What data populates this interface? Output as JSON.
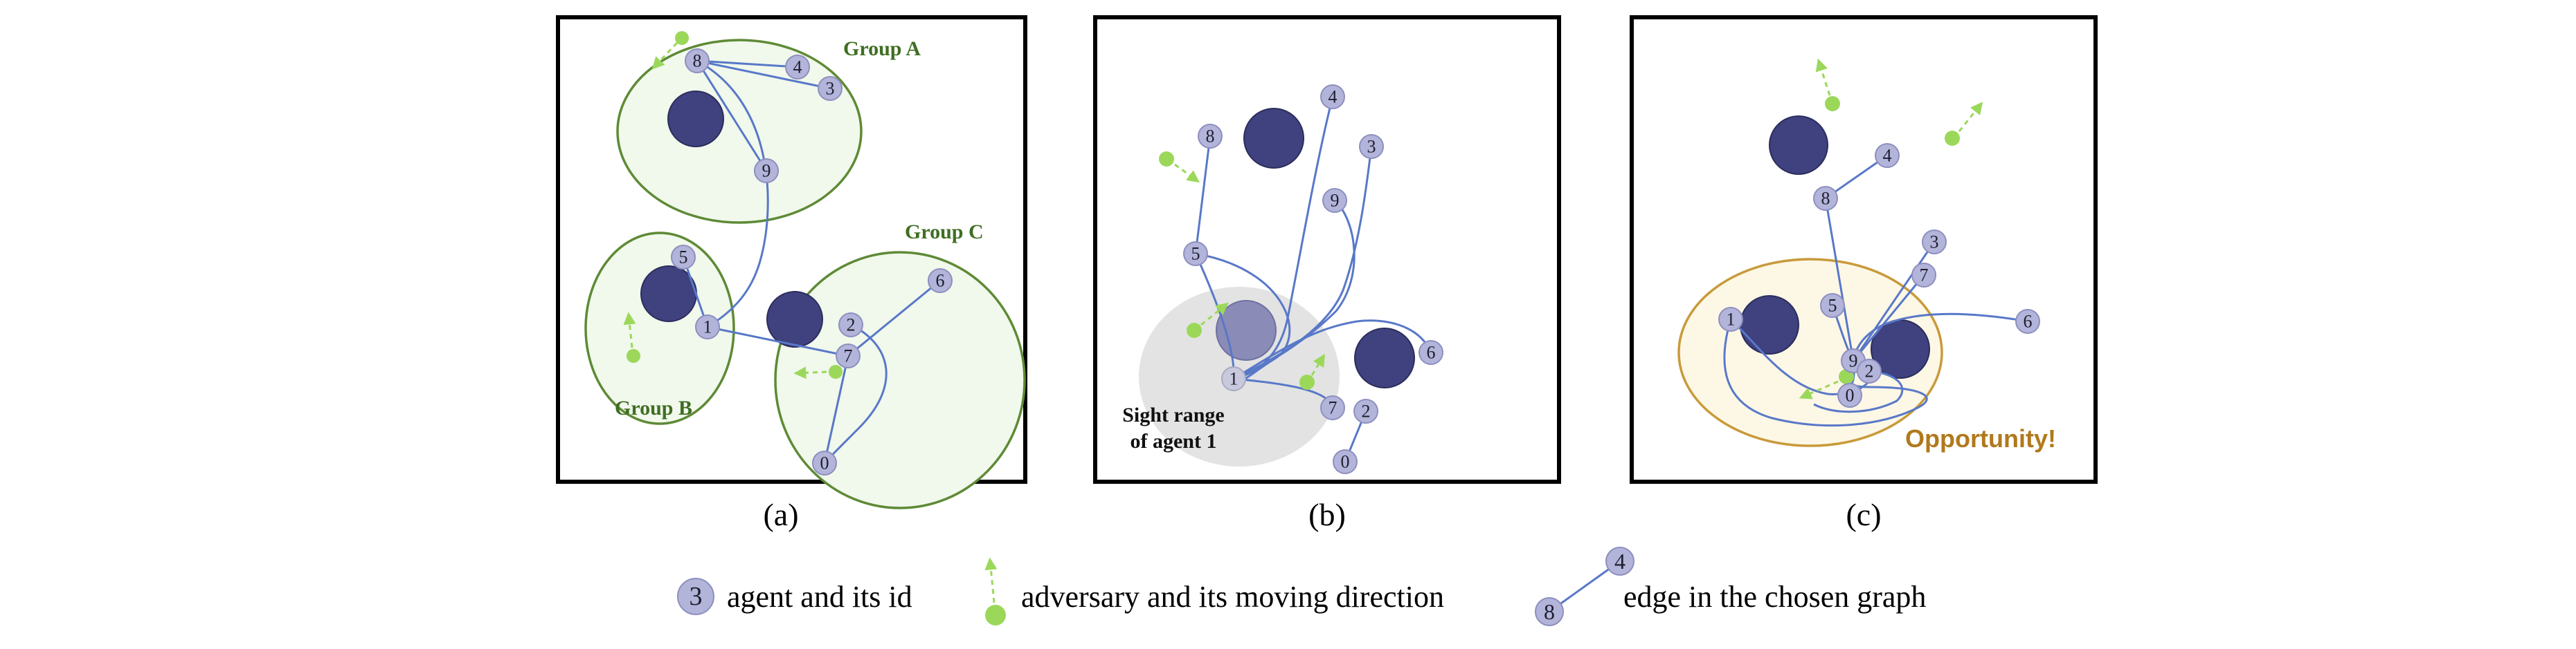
{
  "panels": [
    {
      "caption": "(a)",
      "groups": [
        {
          "label": "Group A"
        },
        {
          "label": "Group B"
        },
        {
          "label": "Group C"
        }
      ],
      "agent_ids": [
        "8",
        "4",
        "3",
        "9",
        "5",
        "1",
        "2",
        "7",
        "6",
        "0"
      ]
    },
    {
      "caption": "(b)",
      "sight_label_line1": "Sight range",
      "sight_label_line2": "of agent 1",
      "agent_ids": [
        "8",
        "4",
        "3",
        "9",
        "5",
        "1",
        "6",
        "7",
        "2",
        "0"
      ]
    },
    {
      "caption": "(c)",
      "opportunity_label": "Opportunity!",
      "agent_ids": [
        "4",
        "8",
        "3",
        "7",
        "5",
        "1",
        "9",
        "2",
        "0",
        "6"
      ]
    }
  ],
  "legend": {
    "agent_example_id": "3",
    "agent_text": "agent and its id",
    "adversary_text": "adversary and its moving direction",
    "edge_id_top": "4",
    "edge_id_bottom": "8",
    "edge_text": "edge in the chosen graph"
  },
  "colors": {
    "agent": "#b3b4da",
    "obstacle": "#3f427e",
    "edge": "#5878c8",
    "adversary": "#9bd85a",
    "group": "#5e8a35",
    "sight_range": "#e3e3e3",
    "opportunity": "#b0791c"
  }
}
